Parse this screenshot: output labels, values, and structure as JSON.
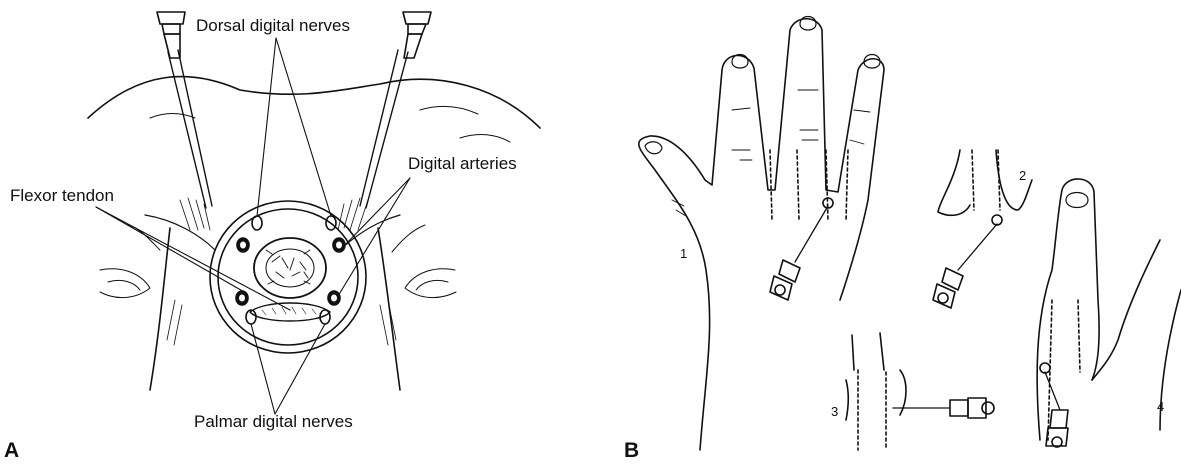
{
  "panel_a": {
    "letter": "A",
    "labels": {
      "dorsal_digital_nerves": "Dorsal digital nerves",
      "digital_arteries": "Digital arteries",
      "flexor_tendon": "Flexor tendon",
      "palmar_digital_nerves": "Palmar digital nerves"
    }
  },
  "panel_b": {
    "letter": "B",
    "steps": [
      "1",
      "2",
      "3",
      "4"
    ]
  },
  "colors": {
    "ink": "#111111",
    "background": "#ffffff"
  }
}
